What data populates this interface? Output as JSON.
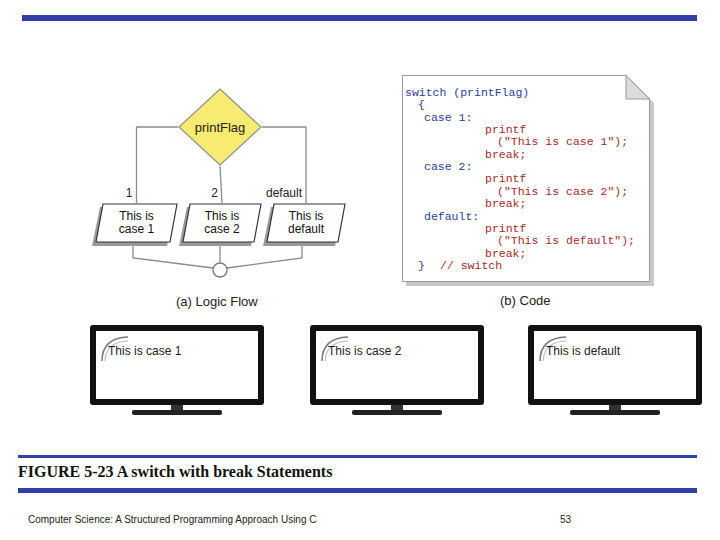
{
  "diagram": {
    "caption": "FIGURE 5-23 A switch with break Statements",
    "nodes": [
      {
        "text": [
          "printFlag"
        ]
      },
      {
        "text": [
          "This is case 1"
        ]
      },
      {
        "text": [
          "This is case 2"
        ]
      },
      {
        "text": [
          "This is default"
        ]
      },
      {
        "text": [
          "switch (printFlag)",
          "{",
          "case 1:",
          "printf",
          "(\"This is case 1\");",
          "break;",
          "case 2:",
          "printf",
          "(\"This is case 2\");",
          "break;",
          "default:",
          "printf",
          "(\"This is default\");",
          "break;",
          "}",
          "// switch"
        ]
      },
      {
        "text": [
          "This is case 1"
        ]
      },
      {
        "text": [
          "This is case 2"
        ]
      },
      {
        "text": [
          "This is default"
        ]
      }
    ],
    "edges": [
      {
        "from": 0,
        "to": 1,
        "arrow": "none",
        "label": "1"
      },
      {
        "from": 0,
        "to": 2,
        "arrow": "none",
        "label": "2"
      },
      {
        "from": 0,
        "to": 3,
        "arrow": "none",
        "label": "default"
      }
    ],
    "labels": [
      "(a) Logic Flow",
      "(b) Code",
      "Computer Science: A Structured Programming Approach Using C",
      "53"
    ]
  }
}
